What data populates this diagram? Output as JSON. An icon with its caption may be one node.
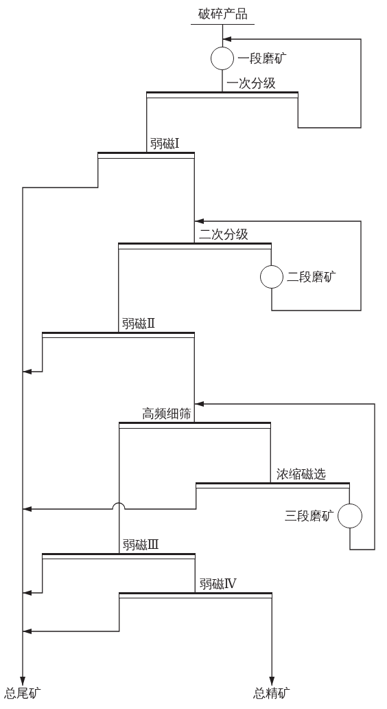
{
  "diagram": {
    "nodes": [
      {
        "text": [
          "破碎产品"
        ]
      },
      {
        "text": [
          "一段磨矿"
        ]
      },
      {
        "text": [
          "一次分级"
        ]
      },
      {
        "text": [
          "弱磁Ⅰ"
        ]
      },
      {
        "text": [
          "二次分级"
        ]
      },
      {
        "text": [
          "二段磨矿"
        ]
      },
      {
        "text": [
          "弱磁Ⅱ"
        ]
      },
      {
        "text": [
          "高频细筛"
        ]
      },
      {
        "text": [
          "浓缩磁选"
        ]
      },
      {
        "text": [
          "三段磨矿"
        ]
      },
      {
        "text": [
          "弱磁Ⅲ"
        ]
      },
      {
        "text": [
          "弱磁Ⅳ"
        ]
      },
      {
        "text": [
          "总尾矿"
        ]
      },
      {
        "text": [
          "总精矿"
        ]
      }
    ],
    "edges": [
      {
        "from": 0,
        "to": 1,
        "arrow": "none"
      },
      {
        "from": 1,
        "to": 2,
        "arrow": "none"
      },
      {
        "from": 2,
        "to": 1,
        "arrow": "to"
      },
      {
        "from": 2,
        "to": 3,
        "arrow": "none"
      },
      {
        "from": 3,
        "to": 12,
        "arrow": "to"
      },
      {
        "from": 3,
        "to": 4,
        "arrow": "none"
      },
      {
        "from": 4,
        "to": 6,
        "arrow": "none"
      },
      {
        "from": 4,
        "to": 5,
        "arrow": "none"
      },
      {
        "from": 5,
        "to": 4,
        "arrow": "to"
      },
      {
        "from": 6,
        "to": 12,
        "arrow": "to"
      },
      {
        "from": 6,
        "to": 7,
        "arrow": "none"
      },
      {
        "from": 7,
        "to": 10,
        "arrow": "none"
      },
      {
        "from": 7,
        "to": 8,
        "arrow": "none"
      },
      {
        "from": 8,
        "to": 12,
        "arrow": "to"
      },
      {
        "from": 8,
        "to": 9,
        "arrow": "none"
      },
      {
        "from": 9,
        "to": 7,
        "arrow": "to"
      },
      {
        "from": 10,
        "to": 12,
        "arrow": "to"
      },
      {
        "from": 10,
        "to": 11,
        "arrow": "none"
      },
      {
        "from": 11,
        "to": 12,
        "arrow": "to"
      },
      {
        "from": 11,
        "to": 13,
        "arrow": "to"
      }
    ]
  }
}
